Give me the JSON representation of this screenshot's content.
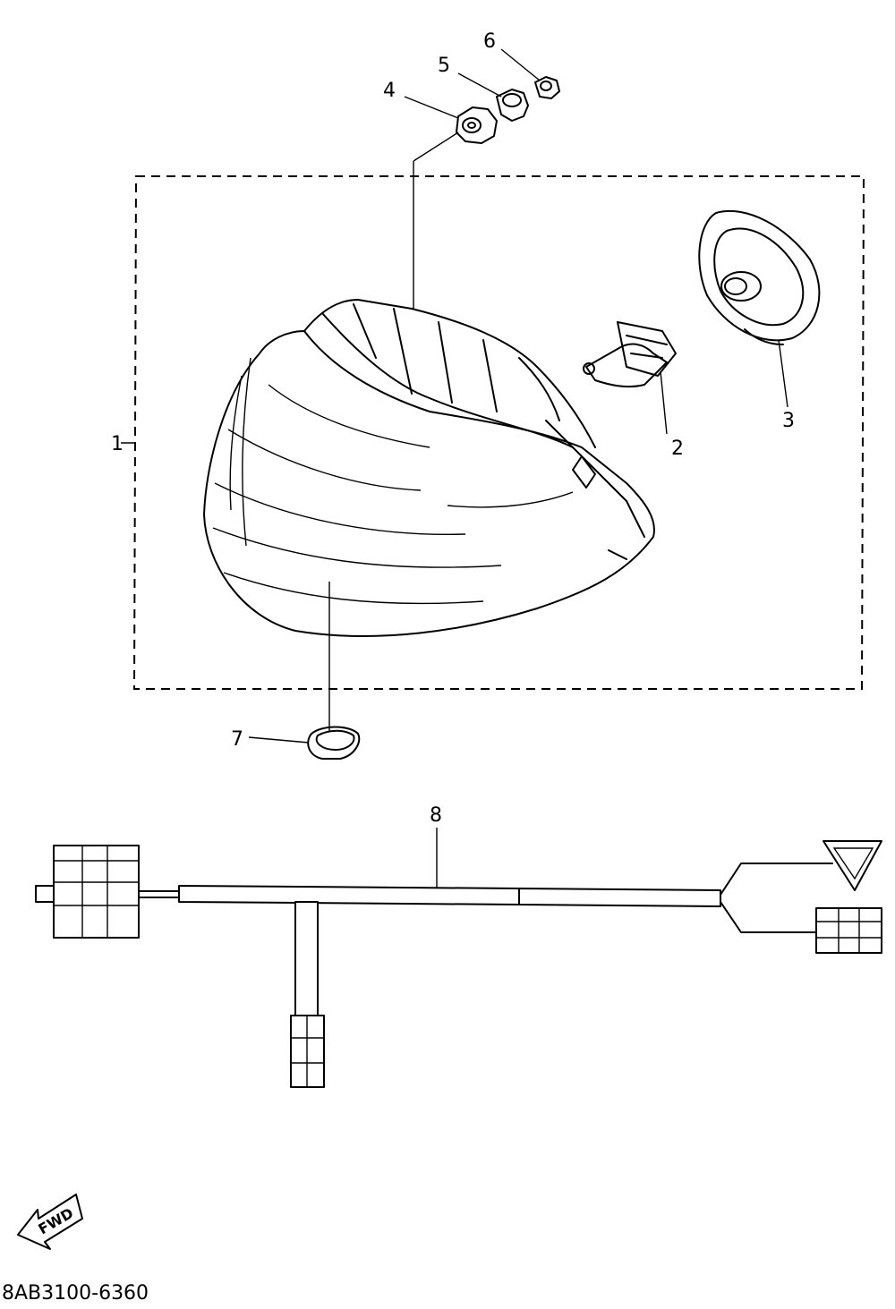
{
  "diagram": {
    "callouts": [
      {
        "id": "1",
        "text": "1"
      },
      {
        "id": "2",
        "text": "2"
      },
      {
        "id": "3",
        "text": "3"
      },
      {
        "id": "4",
        "text": "4"
      },
      {
        "id": "5",
        "text": "5"
      },
      {
        "id": "6",
        "text": "6"
      },
      {
        "id": "7",
        "text": "7"
      },
      {
        "id": "8",
        "text": "8"
      }
    ],
    "fwd_label": "FWD",
    "drawing_code": "8AB3100-6360"
  }
}
